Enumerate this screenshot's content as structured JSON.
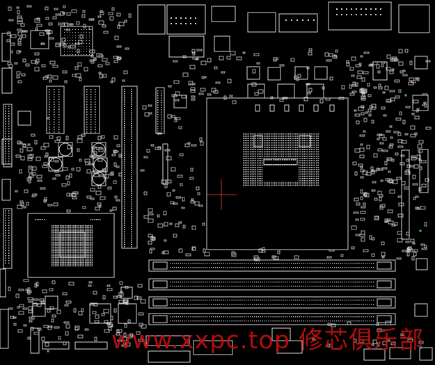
{
  "viewer": {
    "name": "boardview-canvas",
    "board_color": "#000000",
    "outline_color": "#d8d8d8",
    "crosshair_color": "#d23030",
    "accent_teal": "#30a0a0"
  },
  "watermark": {
    "text": "www.xxpc.top 修芯俱乐部",
    "color": "#c21010"
  },
  "regions": {
    "cpu_socket": "cpu-socket",
    "pch": "chipset-bga",
    "dimm": "memory-slots",
    "io": "rear-io-connectors"
  },
  "icons": [
    "crosshair-icon"
  ]
}
